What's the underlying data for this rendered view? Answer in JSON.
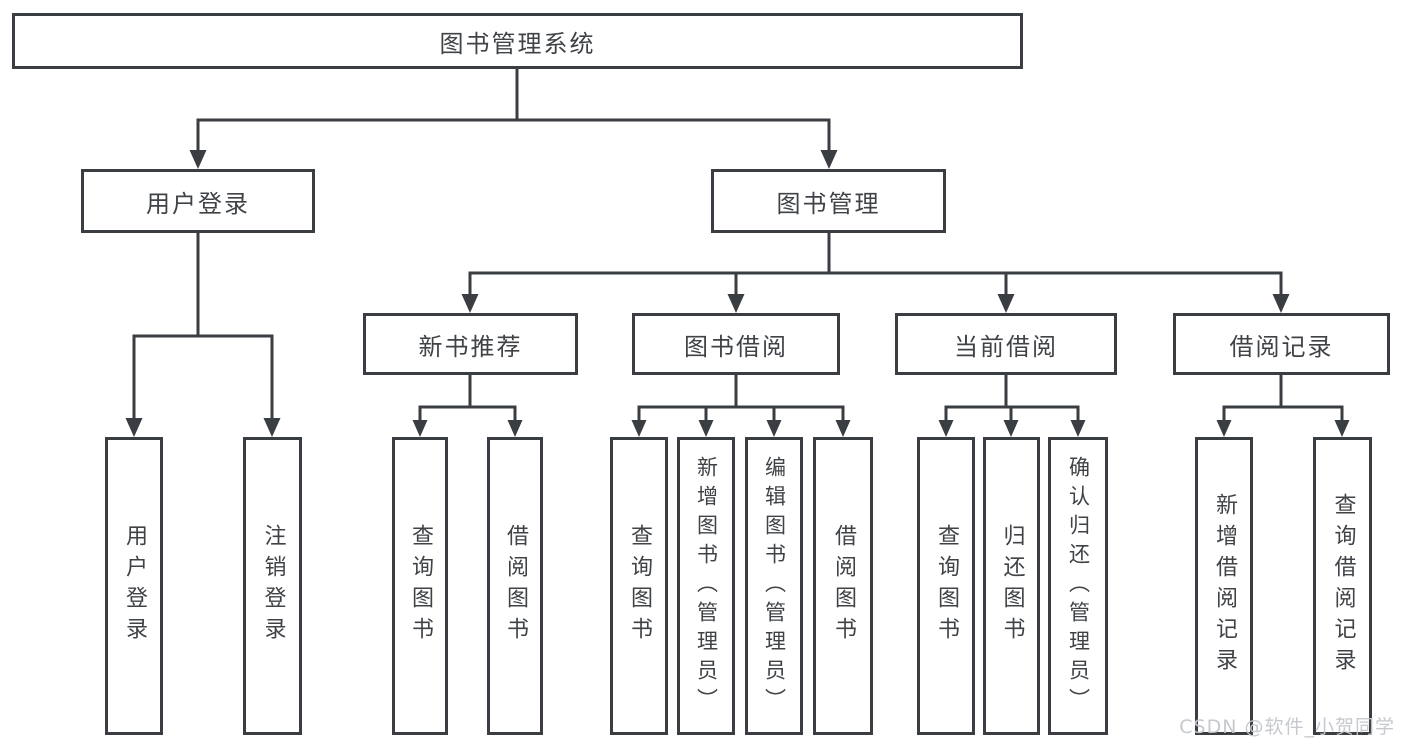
{
  "diagram": {
    "root": {
      "label": "图书管理系统"
    },
    "level2": [
      {
        "label": "用户登录"
      },
      {
        "label": "图书管理"
      }
    ],
    "login_children": [
      {
        "label": "用户登录"
      },
      {
        "label": "注销登录"
      }
    ],
    "level3": [
      {
        "label": "新书推荐"
      },
      {
        "label": "图书借阅"
      },
      {
        "label": "当前借阅"
      },
      {
        "label": "借阅记录"
      }
    ],
    "recommend_children": [
      {
        "label": "查询图书"
      },
      {
        "label": "借阅图书"
      }
    ],
    "borrow_children": [
      {
        "label": "查询图书"
      },
      {
        "label": "新增图书（管理员）"
      },
      {
        "label": "编辑图书（管理员）"
      },
      {
        "label": "借阅图书"
      }
    ],
    "current_children": [
      {
        "label": "查询图书"
      },
      {
        "label": "归还图书"
      },
      {
        "label": "确认归还（管理员）"
      }
    ],
    "record_children": [
      {
        "label": "新增借阅记录"
      },
      {
        "label": "查询借阅记录"
      }
    ]
  },
  "watermark": {
    "text": "CSDN @软件_小贺同学"
  },
  "colors": {
    "line": "#3a3e42",
    "text": "#3f4347",
    "background": "#ffffff",
    "watermark": "#c3c6cb"
  }
}
